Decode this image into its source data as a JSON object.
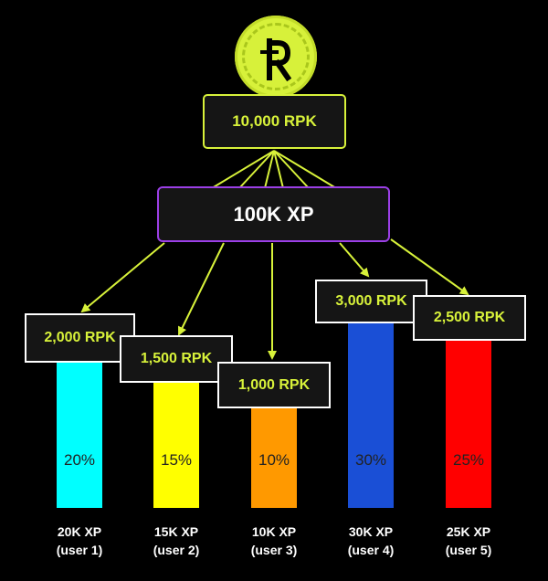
{
  "coin": {
    "letter": "R"
  },
  "total_rpk": "10,000 RPK",
  "total_xp": "100K XP",
  "users": [
    {
      "rpk": "2,000 RPK",
      "percent": "20%",
      "xp": "20K XP",
      "user": "(user 1)",
      "color": "#00ffff"
    },
    {
      "rpk": "1,500 RPK",
      "percent": "15%",
      "xp": "15K XP",
      "user": "(user 2)",
      "color": "#ffff00"
    },
    {
      "rpk": "1,000 RPK",
      "percent": "10%",
      "xp": "10K XP",
      "user": "(user 3)",
      "color": "#ff9900"
    },
    {
      "rpk": "3,000 RPK",
      "percent": "30%",
      "xp": "30K XP",
      "user": "(user 4)",
      "color": "#1a4fd6"
    },
    {
      "rpk": "2,500 RPK",
      "percent": "25%",
      "xp": "25K XP",
      "user": "(user 5)",
      "color": "#ff0000"
    }
  ],
  "colors": {
    "accent": "#d8f23a",
    "xp_border": "#9b3fe6",
    "arrow": "#d8f23a"
  }
}
